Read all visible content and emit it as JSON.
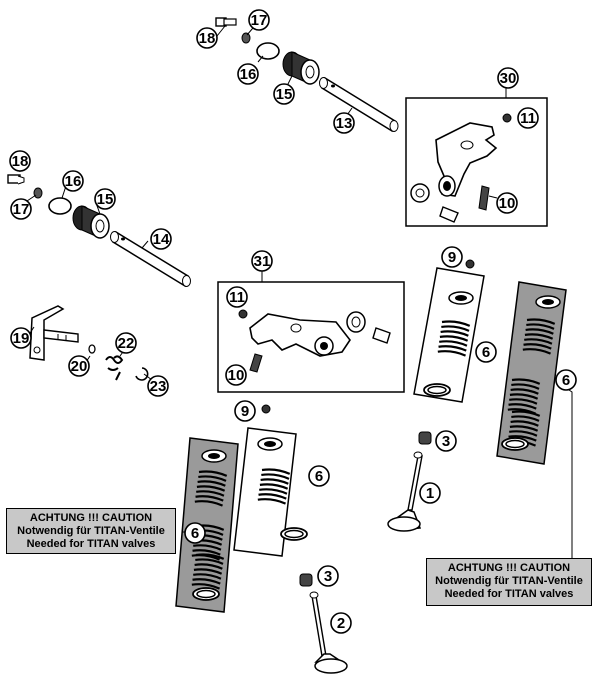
{
  "callouts": [
    {
      "id": "c18a",
      "label": "18"
    },
    {
      "id": "c17a",
      "label": "17"
    },
    {
      "id": "c16a",
      "label": "16"
    },
    {
      "id": "c15a",
      "label": "15"
    },
    {
      "id": "c13",
      "label": "13"
    },
    {
      "id": "c30",
      "label": "30"
    },
    {
      "id": "c11a",
      "label": "11"
    },
    {
      "id": "c10a",
      "label": "10"
    },
    {
      "id": "c18b",
      "label": "18"
    },
    {
      "id": "c17b",
      "label": "17"
    },
    {
      "id": "c16b",
      "label": "16"
    },
    {
      "id": "c15b",
      "label": "15"
    },
    {
      "id": "c14",
      "label": "14"
    },
    {
      "id": "c31",
      "label": "31"
    },
    {
      "id": "c11b",
      "label": "11"
    },
    {
      "id": "c10b",
      "label": "10"
    },
    {
      "id": "c9a",
      "label": "9"
    },
    {
      "id": "c6a",
      "label": "6"
    },
    {
      "id": "c6b",
      "label": "6"
    },
    {
      "id": "c3a",
      "label": "3"
    },
    {
      "id": "c1",
      "label": "1"
    },
    {
      "id": "c19",
      "label": "19"
    },
    {
      "id": "c22",
      "label": "22"
    },
    {
      "id": "c20",
      "label": "20"
    },
    {
      "id": "c23",
      "label": "23"
    },
    {
      "id": "c9b",
      "label": "9"
    },
    {
      "id": "c6c",
      "label": "6"
    },
    {
      "id": "c6d",
      "label": "6"
    },
    {
      "id": "c3b",
      "label": "3"
    },
    {
      "id": "c2",
      "label": "2"
    }
  ],
  "cautions": {
    "left": {
      "title": "ACHTUNG !!! CAUTION",
      "line1": "Notwendig für TITAN-Ventile",
      "line2": "Needed for TITAN valves"
    },
    "right": {
      "title": "ACHTUNG !!! CAUTION",
      "line1": "Notwendig für TITAN-Ventile",
      "line2": "Needed for TITAN valves"
    }
  },
  "colors": {
    "caution_bg": "#c8c8c8",
    "titan_panel": "#9a9a9a",
    "line": "#000000"
  }
}
